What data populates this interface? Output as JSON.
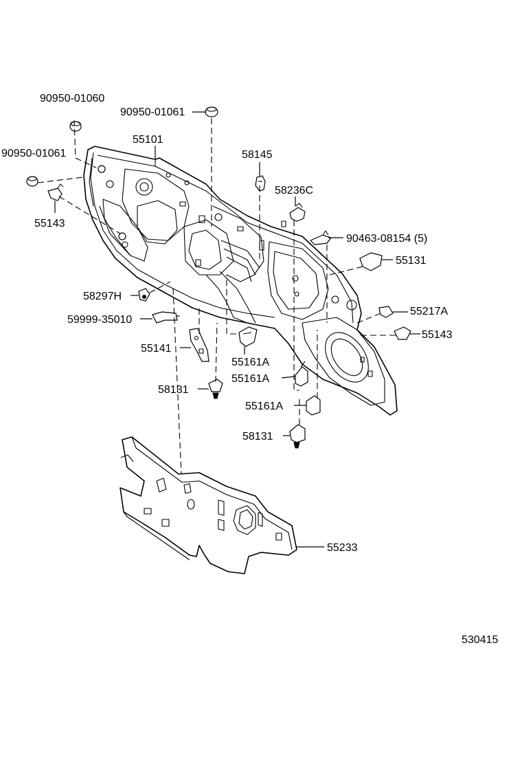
{
  "diagram": {
    "figure_code": "530415",
    "parts": [
      {
        "id": "p01",
        "number": "90950-01060"
      },
      {
        "id": "p02",
        "number": "90950-01061"
      },
      {
        "id": "p03",
        "number": "90950-01061"
      },
      {
        "id": "p04",
        "number": "55101"
      },
      {
        "id": "p05",
        "number": "58145"
      },
      {
        "id": "p06",
        "number": "58236C"
      },
      {
        "id": "p07",
        "number": "55143"
      },
      {
        "id": "p08",
        "number": "90463-08154 (5)"
      },
      {
        "id": "p09",
        "number": "55131"
      },
      {
        "id": "p10",
        "number": "58297H"
      },
      {
        "id": "p11",
        "number": "55217A"
      },
      {
        "id": "p12",
        "number": "59999-35010"
      },
      {
        "id": "p13",
        "number": "55143"
      },
      {
        "id": "p14",
        "number": "55141"
      },
      {
        "id": "p15",
        "number": "55161A"
      },
      {
        "id": "p16",
        "number": "55161A"
      },
      {
        "id": "p17",
        "number": "58131"
      },
      {
        "id": "p18",
        "number": "55161A"
      },
      {
        "id": "p19",
        "number": "58131"
      },
      {
        "id": "p20",
        "number": "55233"
      }
    ]
  }
}
